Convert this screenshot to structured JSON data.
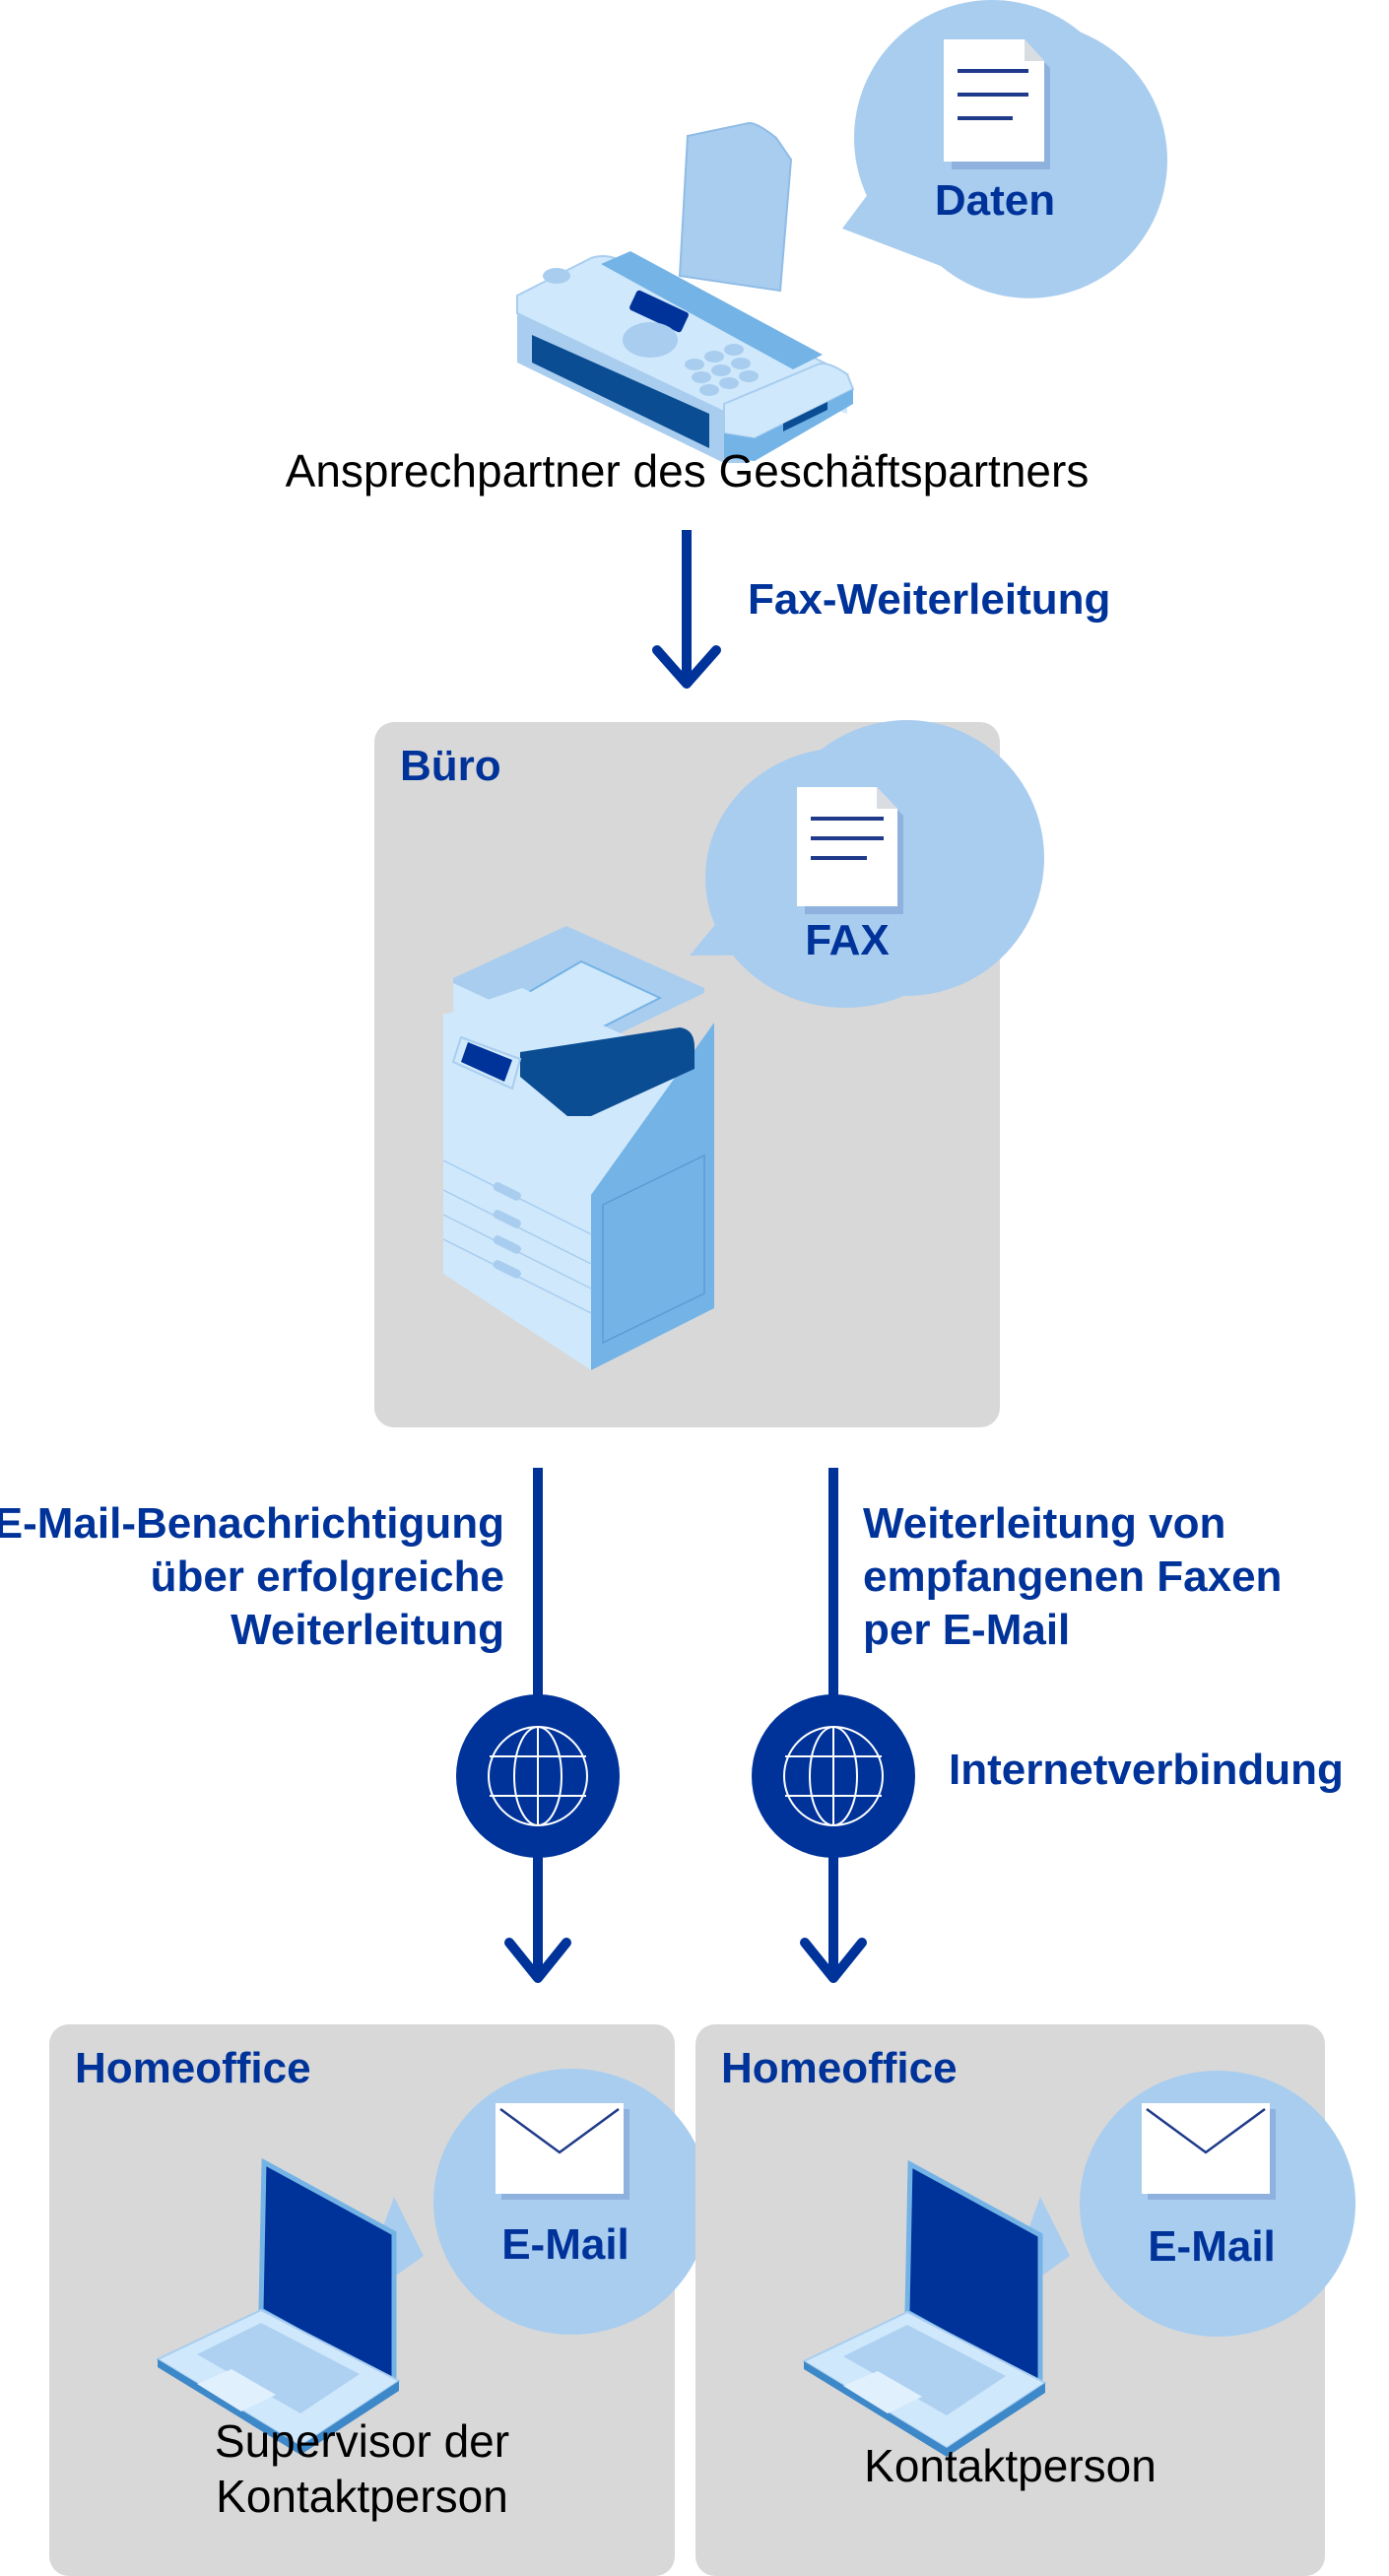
{
  "sender": {
    "bubble_label": "Daten",
    "bubble_icon": "document-icon",
    "device_icon": "fax-machine-icon",
    "person_label": "Ansprechpartner des Geschäftspartners"
  },
  "flow_1": {
    "label": "Fax-Weiterleitung",
    "icon": "arrow-down-icon"
  },
  "office": {
    "title": "Büro",
    "bubble_label": "FAX",
    "bubble_icon": "document-icon",
    "device_icon": "multifunction-printer-icon"
  },
  "flow_left": {
    "label_lines": [
      "E-Mail-Benachrichtigung",
      "über erfolgreiche",
      "Weiterleitung"
    ],
    "icon": "globe-icon"
  },
  "flow_right": {
    "label_lines": [
      "Weiterleitung von",
      "empfangenen Faxen",
      "per E-Mail"
    ],
    "icon": "globe-icon"
  },
  "internet_label": "Internetverbindung",
  "homeoffices": [
    {
      "title": "Homeoffice",
      "bubble_label": "E-Mail",
      "bubble_icon": "envelope-icon",
      "device_icon": "laptop-icon",
      "person_lines": [
        "Supervisor der",
        "Kontaktperson"
      ]
    },
    {
      "title": "Homeoffice",
      "bubble_label": "E-Mail",
      "bubble_icon": "envelope-icon",
      "device_icon": "laptop-icon",
      "person_lines": [
        "Kontaktperson"
      ]
    }
  ],
  "colors": {
    "primary_blue": "#00339a",
    "bubble_blue": "#a9cdef",
    "panel_gray": "#d8d8d8",
    "device_light": "#cfe8fb",
    "device_mid": "#74b3e6"
  }
}
